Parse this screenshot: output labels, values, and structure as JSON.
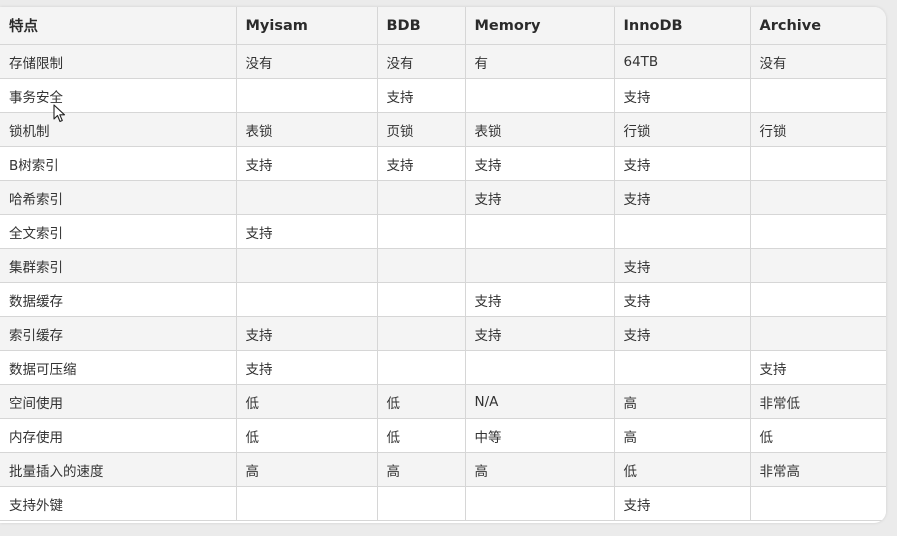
{
  "table": {
    "headers": [
      "特点",
      "Myisam",
      "BDB",
      "Memory",
      "InnoDB",
      "Archive"
    ],
    "rows": [
      [
        "存储限制",
        "没有",
        "没有",
        "有",
        "64TB",
        "没有"
      ],
      [
        "事务安全",
        "",
        "支持",
        "",
        "支持",
        ""
      ],
      [
        "锁机制",
        "表锁",
        "页锁",
        "表锁",
        "行锁",
        "行锁"
      ],
      [
        "B树索引",
        "支持",
        "支持",
        "支持",
        "支持",
        ""
      ],
      [
        "哈希索引",
        "",
        "",
        "支持",
        "支持",
        ""
      ],
      [
        "全文索引",
        "支持",
        "",
        "",
        "",
        ""
      ],
      [
        "集群索引",
        "",
        "",
        "",
        "支持",
        ""
      ],
      [
        "数据缓存",
        "",
        "",
        "支持",
        "支持",
        ""
      ],
      [
        "索引缓存",
        "支持",
        "",
        "支持",
        "支持",
        ""
      ],
      [
        "数据可压缩",
        "支持",
        "",
        "",
        "",
        "支持"
      ],
      [
        "空间使用",
        "低",
        "低",
        "N/A",
        "高",
        "非常低"
      ],
      [
        "内存使用",
        "低",
        "低",
        "中等",
        "高",
        "低"
      ],
      [
        "批量插入的速度",
        "高",
        "高",
        "高",
        "低",
        "非常高"
      ],
      [
        "支持外键",
        "",
        "",
        "",
        "支持",
        ""
      ]
    ]
  },
  "colors": {
    "row_alt": "#f4f4f4",
    "row": "#ffffff",
    "border": "#d6d6d6",
    "background": "#ebebeb"
  },
  "icons": {
    "cursor": "mouse-pointer-icon"
  }
}
